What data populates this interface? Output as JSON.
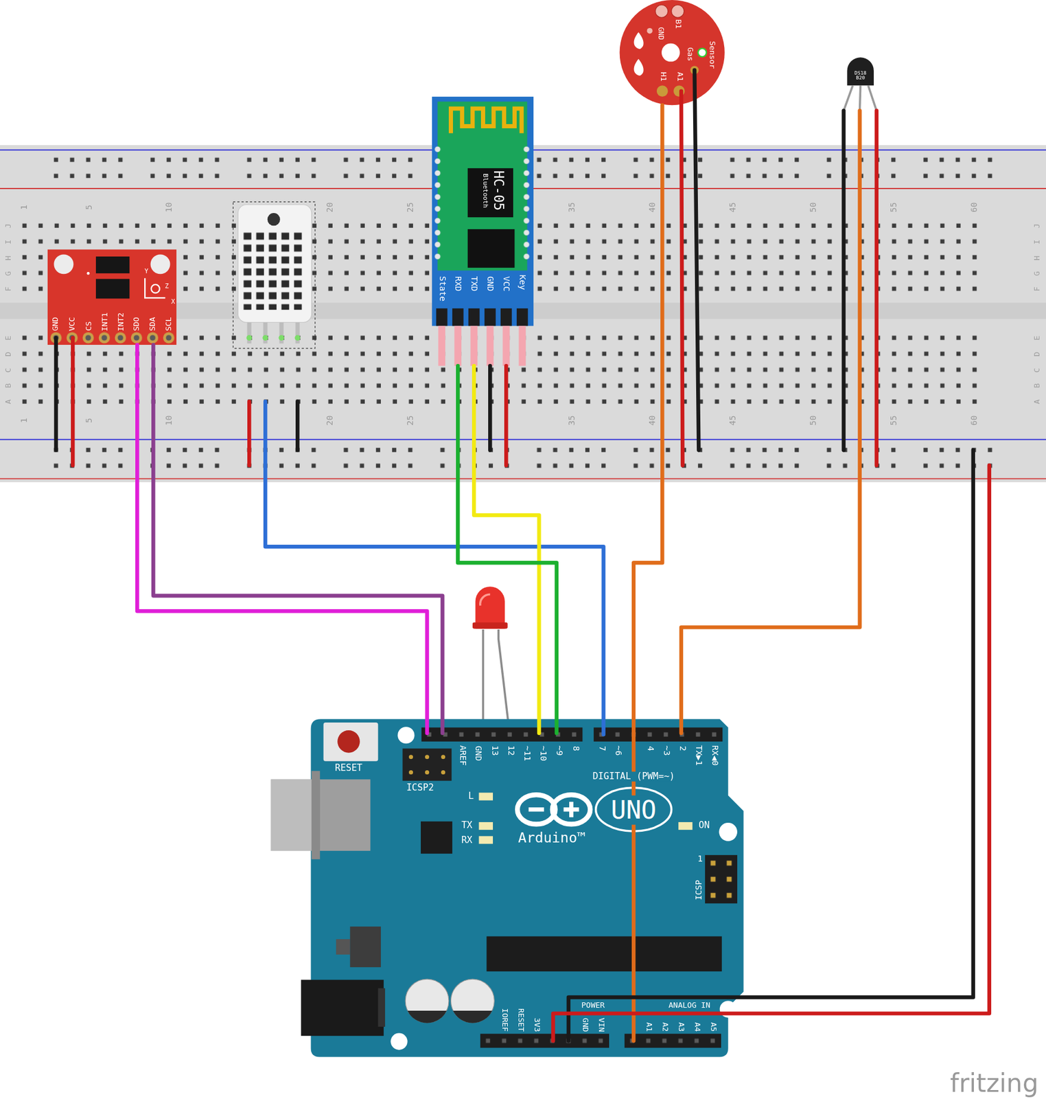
{
  "diagram": {
    "nodes": [
      {
        "text": [
          "B1",
          "GND",
          "Gas",
          "Sensor",
          "H1",
          "A1"
        ]
      },
      {
        "text": [
          "DS18 B20"
        ]
      },
      {
        "text": [
          "HC-05",
          "Bluetooth",
          "State",
          "RXD",
          "TXD",
          "GND",
          "VCC",
          "Key"
        ]
      },
      {
        "text": [
          "GND",
          "VCC",
          "CS",
          "INT1",
          "INT2",
          "SDO",
          "SDA",
          "SCL",
          "Y",
          "Z",
          "X"
        ]
      },
      {
        "text": [
          "RESET",
          "ICSP2",
          "AREF",
          "GND",
          "13",
          "12",
          "~11",
          "~10",
          "~9",
          "8",
          "7",
          "~6",
          "4",
          "~3",
          "2",
          "TX▶1",
          "RX◀0",
          "DIGITAL (PWM=~)",
          "L",
          "TX",
          "RX",
          "UNO",
          "Arduino™",
          "ON",
          "1",
          "ICSP",
          "IOREF",
          "RESET",
          "3V3",
          "GND",
          "VIN",
          "POWER",
          "ANALOG IN",
          "A1",
          "A2",
          "A3",
          "A4",
          "A5"
        ]
      }
    ],
    "edges": [
      {
        "from": 3,
        "to": 4,
        "arrow": "none"
      },
      {
        "from": 3,
        "to": 4,
        "arrow": "none"
      },
      {
        "from": 2,
        "to": 4,
        "arrow": "none"
      },
      {
        "from": 2,
        "to": 4,
        "arrow": "none"
      },
      {
        "from": 0,
        "to": 4,
        "arrow": "none"
      },
      {
        "from": 1,
        "to": 4,
        "arrow": "none"
      }
    ],
    "labels": [
      "1",
      "5",
      "10",
      "20",
      "25",
      "35",
      "40",
      "45",
      "50",
      "55",
      "60",
      "J",
      "I",
      "H",
      "G",
      "F",
      "J",
      "I",
      "H",
      "G",
      "F",
      "E",
      "D",
      "C",
      "B",
      "A",
      "E",
      "D",
      "C",
      "B",
      "A",
      "1",
      "5",
      "10",
      "20",
      "25",
      "35",
      "40",
      "45",
      "50",
      "55",
      "60",
      "fritzing"
    ]
  }
}
